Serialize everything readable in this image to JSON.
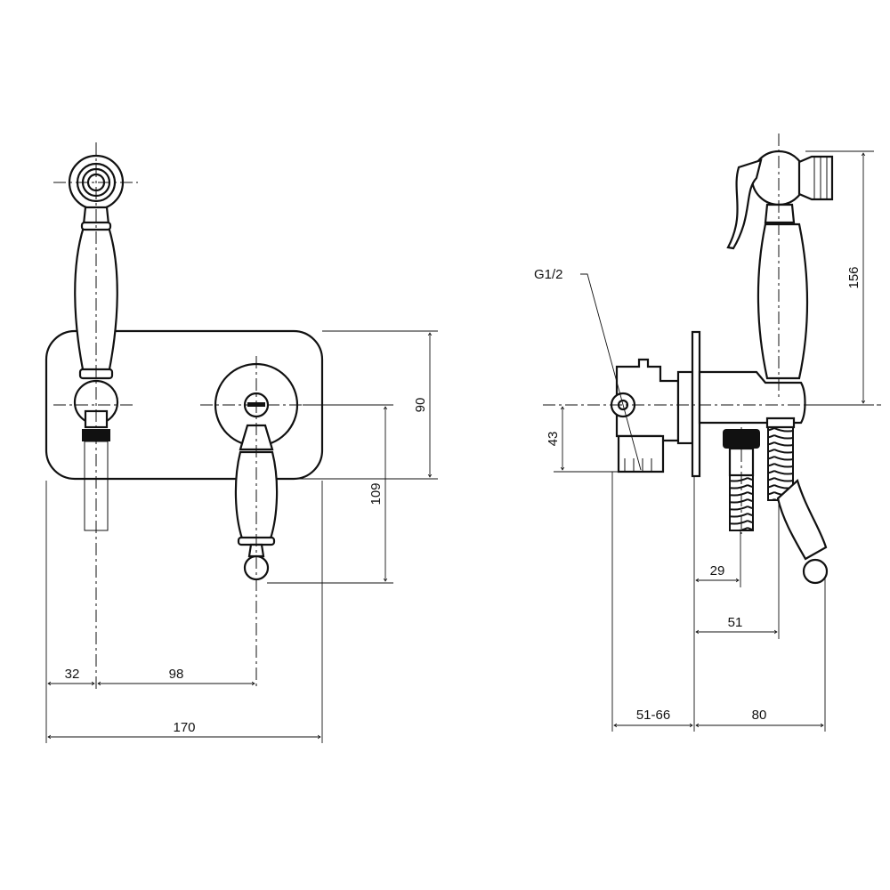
{
  "front_view": {
    "dimensions": {
      "d32": "32",
      "d98": "98",
      "d170": "170",
      "d90": "90",
      "d109": "109"
    }
  },
  "side_view": {
    "thread_label": "G1/2",
    "dimensions": {
      "d43": "43",
      "d156": "156",
      "d29": "29",
      "d51": "51",
      "d5166": "51-66",
      "d80": "80"
    }
  }
}
